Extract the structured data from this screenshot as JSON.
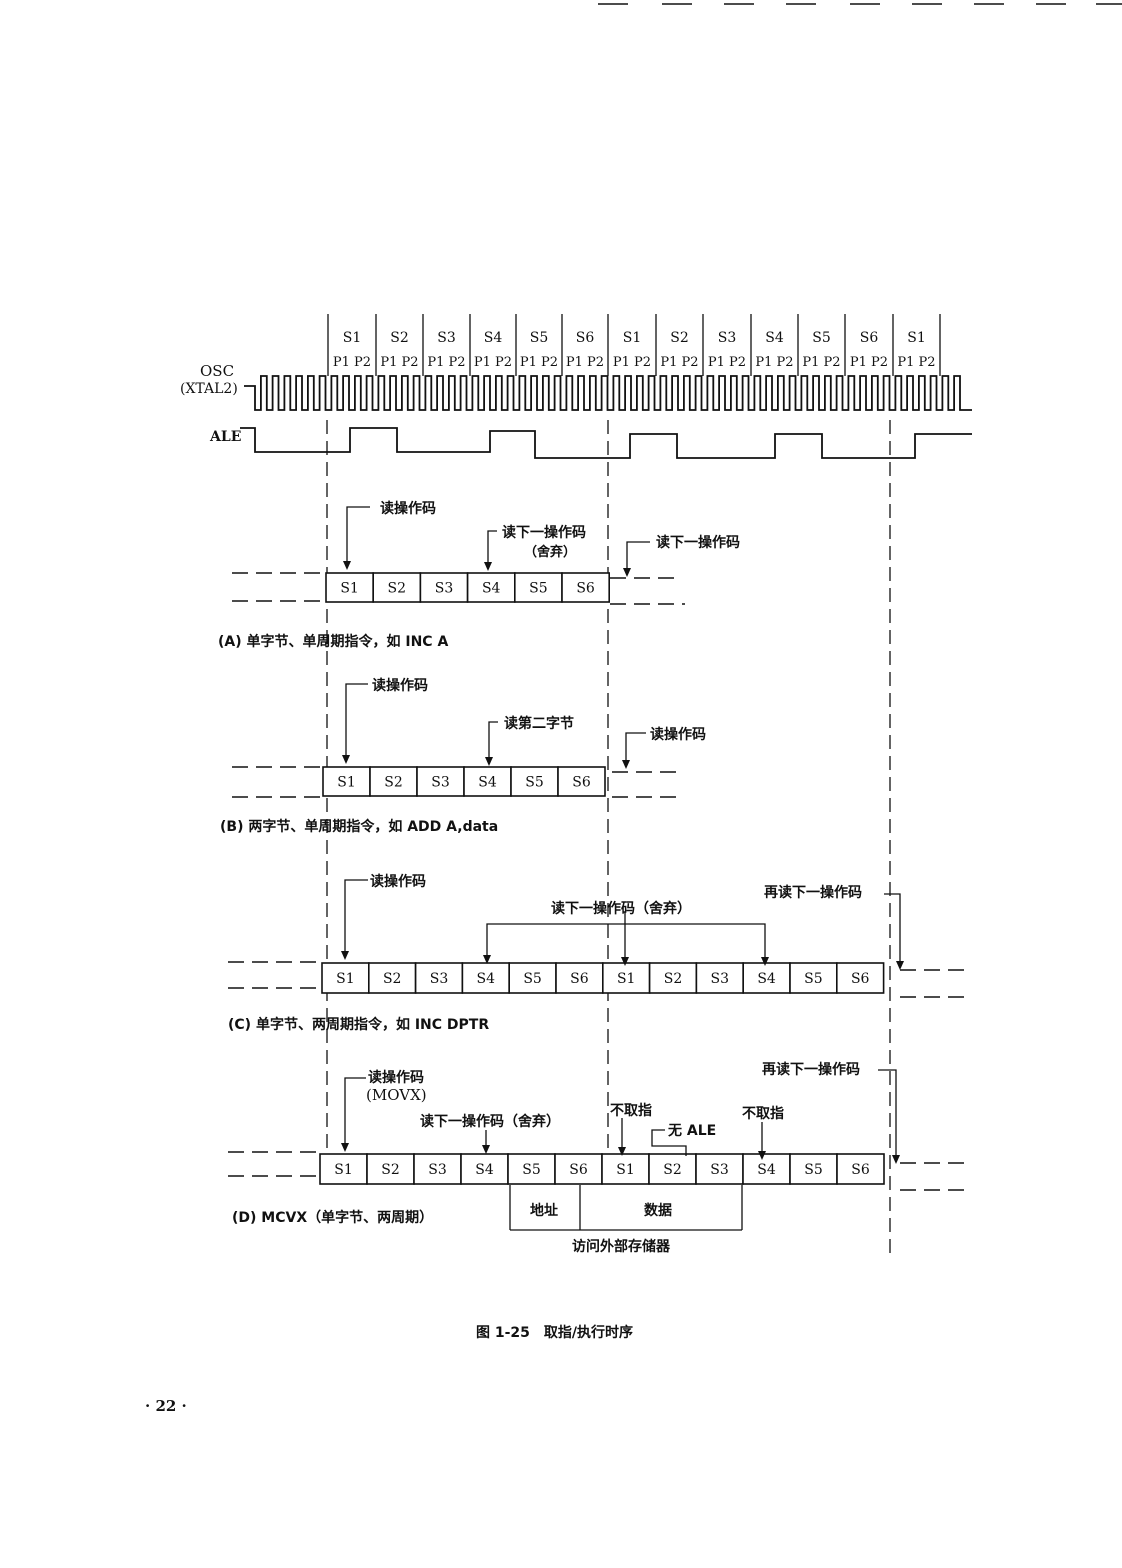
{
  "figure": {
    "caption": "图 1-25　取指/执行时序",
    "page_number": "· 22 ·"
  },
  "clock": {
    "osc_label": "OSC",
    "xtal_label": "(XTAL2)",
    "ale_label": "ALE",
    "states": [
      "S1",
      "S2",
      "S3",
      "S4",
      "S5",
      "S6",
      "S1",
      "S2",
      "S3",
      "S4",
      "S5",
      "S6",
      "S1"
    ],
    "phase_label": "P1 P2"
  },
  "cases": [
    {
      "id": "A",
      "label": "(A) 单字节、单周期指令，如 INC A",
      "cells": [
        "S1",
        "S2",
        "S3",
        "S4",
        "S5",
        "S6"
      ],
      "annotations": [
        "读操作码",
        "读下一操作码",
        "（舍弃）",
        "读下一操作码"
      ]
    },
    {
      "id": "B",
      "label": "(B) 两字节、单周期指令，如 ADD A,data",
      "cells": [
        "S1",
        "S2",
        "S3",
        "S4",
        "S5",
        "S6"
      ],
      "annotations": [
        "读操作码",
        "读第二字节",
        "读操作码"
      ]
    },
    {
      "id": "C",
      "label": "(C) 单字节、两周期指令，如 INC DPTR",
      "cells": [
        "S1",
        "S2",
        "S3",
        "S4",
        "S5",
        "S6",
        "S1",
        "S2",
        "S3",
        "S4",
        "S5",
        "S6"
      ],
      "annotations": [
        "读操作码",
        "读下一操作码（舍弃）",
        "再读下一操作码"
      ]
    },
    {
      "id": "D",
      "label": "(D) MCVX（单字节、两周期）",
      "cells": [
        "S1",
        "S2",
        "S3",
        "S4",
        "S5",
        "S6",
        "S1",
        "S2",
        "S3",
        "S4",
        "S5",
        "S6"
      ],
      "annotations": [
        "读操作码",
        "(MOVX)",
        "读下一操作码（舍弃）",
        "不取指",
        "无 ALE",
        "不取指",
        "再读下一操作码"
      ],
      "bus": {
        "address": "地址",
        "data": "数据",
        "access": "访问外部存储器"
      }
    }
  ]
}
